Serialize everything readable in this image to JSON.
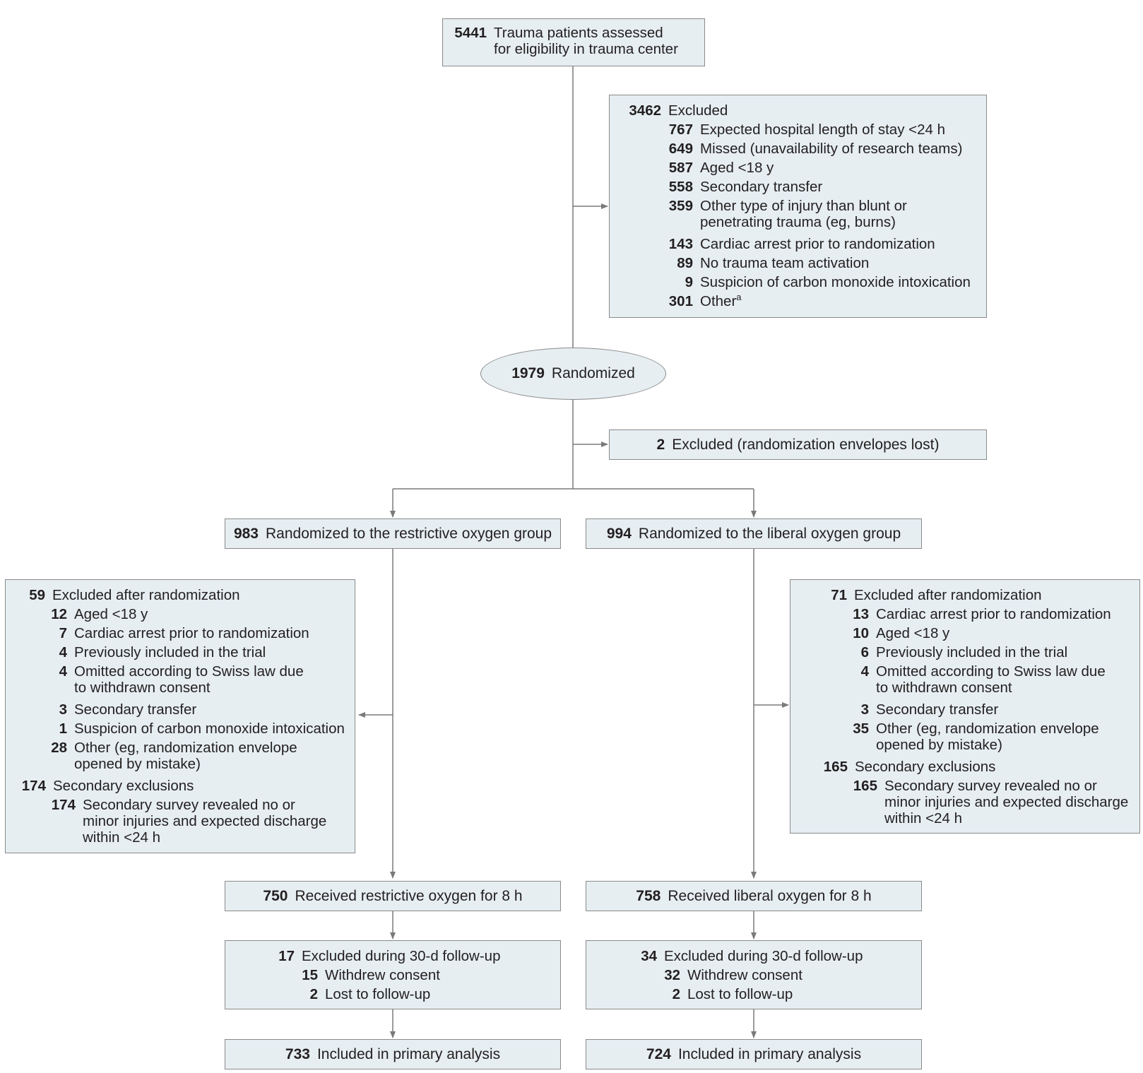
{
  "enrollment": {
    "n": "5441",
    "line1": "Trauma patients assessed",
    "line2": "for eligibility in trauma center"
  },
  "excluded_initial": {
    "n": "3462",
    "label": "Excluded",
    "items": [
      {
        "n": "767",
        "line1": "Expected hospital length of stay <24 h"
      },
      {
        "n": "649",
        "line1": "Missed (unavailability of research teams)"
      },
      {
        "n": "587",
        "line1": "Aged <18 y"
      },
      {
        "n": "558",
        "line1": "Secondary transfer"
      },
      {
        "n": "359",
        "line1": "Other type of injury than blunt or",
        "line2": "penetrating trauma (eg, burns)"
      },
      {
        "n": "143",
        "line1": "Cardiac arrest prior to randomization"
      },
      {
        "n": "89",
        "line1": "No trauma team activation"
      },
      {
        "n": "9",
        "line1": "Suspicion of carbon monoxide intoxication"
      },
      {
        "n": "301",
        "line1": "Other",
        "sup": "a"
      }
    ]
  },
  "randomized": {
    "n": "1979",
    "label": "Randomized"
  },
  "excluded_envelopes": {
    "n": "2",
    "label": "Excluded (randomization envelopes lost)"
  },
  "restrictive": {
    "allocated": {
      "n": "983",
      "label": "Randomized to the restrictive oxygen group"
    },
    "excluded": {
      "n": "59",
      "label": "Excluded after randomization",
      "items": [
        {
          "n": "12",
          "line1": "Aged <18 y"
        },
        {
          "n": "7",
          "line1": "Cardiac arrest prior to randomization"
        },
        {
          "n": "4",
          "line1": "Previously included in the trial"
        },
        {
          "n": "4",
          "line1": "Omitted according to Swiss law due",
          "line2": "to withdrawn consent"
        },
        {
          "n": "3",
          "line1": "Secondary transfer"
        },
        {
          "n": "1",
          "line1": "Suspicion of carbon monoxide intoxication"
        },
        {
          "n": "28",
          "line1": "Other (eg, randomization envelope",
          "line2": "opened by mistake)"
        }
      ],
      "secondary": {
        "n": "174",
        "label": "Secondary exclusions",
        "item": {
          "n": "174",
          "line1": "Secondary survey revealed no or",
          "line2": "minor injuries and expected discharge",
          "line3": "within <24 h"
        }
      }
    },
    "received": {
      "n": "750",
      "label": "Received restrictive oxygen for 8 h"
    },
    "followup": {
      "n": "17",
      "label": "Excluded during 30-d follow-up",
      "items": [
        {
          "n": "15",
          "line1": "Withdrew consent"
        },
        {
          "n": "2",
          "line1": "Lost to follow-up"
        }
      ]
    },
    "analysis": {
      "n": "733",
      "label": "Included in primary analysis"
    }
  },
  "liberal": {
    "allocated": {
      "n": "994",
      "label": "Randomized to the liberal oxygen group"
    },
    "excluded": {
      "n": "71",
      "label": "Excluded after randomization",
      "items": [
        {
          "n": "13",
          "line1": "Cardiac arrest prior to randomization"
        },
        {
          "n": "10",
          "line1": "Aged <18 y"
        },
        {
          "n": "6",
          "line1": "Previously included in the trial"
        },
        {
          "n": "4",
          "line1": "Omitted according to Swiss law due",
          "line2": "to withdrawn consent"
        },
        {
          "n": "3",
          "line1": "Secondary transfer"
        },
        {
          "n": "35",
          "line1": "Other (eg, randomization envelope",
          "line2": "opened by mistake)"
        }
      ],
      "secondary": {
        "n": "165",
        "label": "Secondary exclusions",
        "item": {
          "n": "165",
          "line1": "Secondary survey revealed no or",
          "line2": "minor injuries and expected discharge",
          "line3": "within <24 h"
        }
      }
    },
    "received": {
      "n": "758",
      "label": "Received liberal oxygen for 8 h"
    },
    "followup": {
      "n": "34",
      "label": "Excluded during 30-d follow-up",
      "items": [
        {
          "n": "32",
          "line1": "Withdrew consent"
        },
        {
          "n": "2",
          "line1": "Lost to follow-up"
        }
      ]
    },
    "analysis": {
      "n": "724",
      "label": "Included in primary analysis"
    }
  }
}
